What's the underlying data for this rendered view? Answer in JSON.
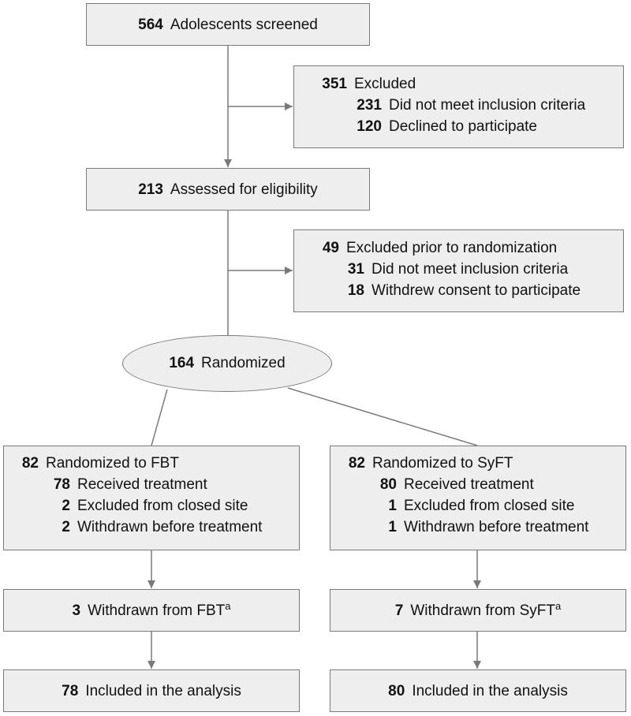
{
  "screened": {
    "num": "564",
    "text": "Adolescents screened"
  },
  "excluded1": {
    "header": {
      "num": "351",
      "text": "Excluded"
    },
    "items": [
      {
        "num": "231",
        "text": "Did not meet inclusion criteria"
      },
      {
        "num": "120",
        "text": "Declined to participate"
      }
    ]
  },
  "assessed": {
    "num": "213",
    "text": "Assessed for eligibility"
  },
  "excluded2": {
    "header": {
      "num": "49",
      "text": "Excluded prior to randomization"
    },
    "items": [
      {
        "num": "31",
        "text": "Did not meet inclusion criteria"
      },
      {
        "num": "18",
        "text": "Withdrew consent to participate"
      }
    ]
  },
  "randomized": {
    "num": "164",
    "text": "Randomized"
  },
  "fbt": {
    "header": {
      "num": "82",
      "text": "Randomized to FBT"
    },
    "items": [
      {
        "num": "78",
        "text": "Received treatment"
      },
      {
        "num": "2",
        "text": "Excluded from closed site"
      },
      {
        "num": "2",
        "text": "Withdrawn before treatment"
      }
    ],
    "withdrawn": {
      "num": "3",
      "text": "Withdrawn from FBT",
      "sup": "a"
    },
    "analysis": {
      "num": "78",
      "text": "Included in the analysis"
    }
  },
  "syft": {
    "header": {
      "num": "82",
      "text": "Randomized to SyFT"
    },
    "items": [
      {
        "num": "80",
        "text": "Received treatment"
      },
      {
        "num": "1",
        "text": "Excluded from closed site"
      },
      {
        "num": "1",
        "text": "Withdrawn before treatment"
      }
    ],
    "withdrawn": {
      "num": "7",
      "text": "Withdrawn from SyFT",
      "sup": "a"
    },
    "analysis": {
      "num": "80",
      "text": "Included in the analysis"
    }
  },
  "colors": {
    "box_fill": "#eeeeee",
    "box_border": "#7a7a7a",
    "line": "#7a7a7a"
  }
}
